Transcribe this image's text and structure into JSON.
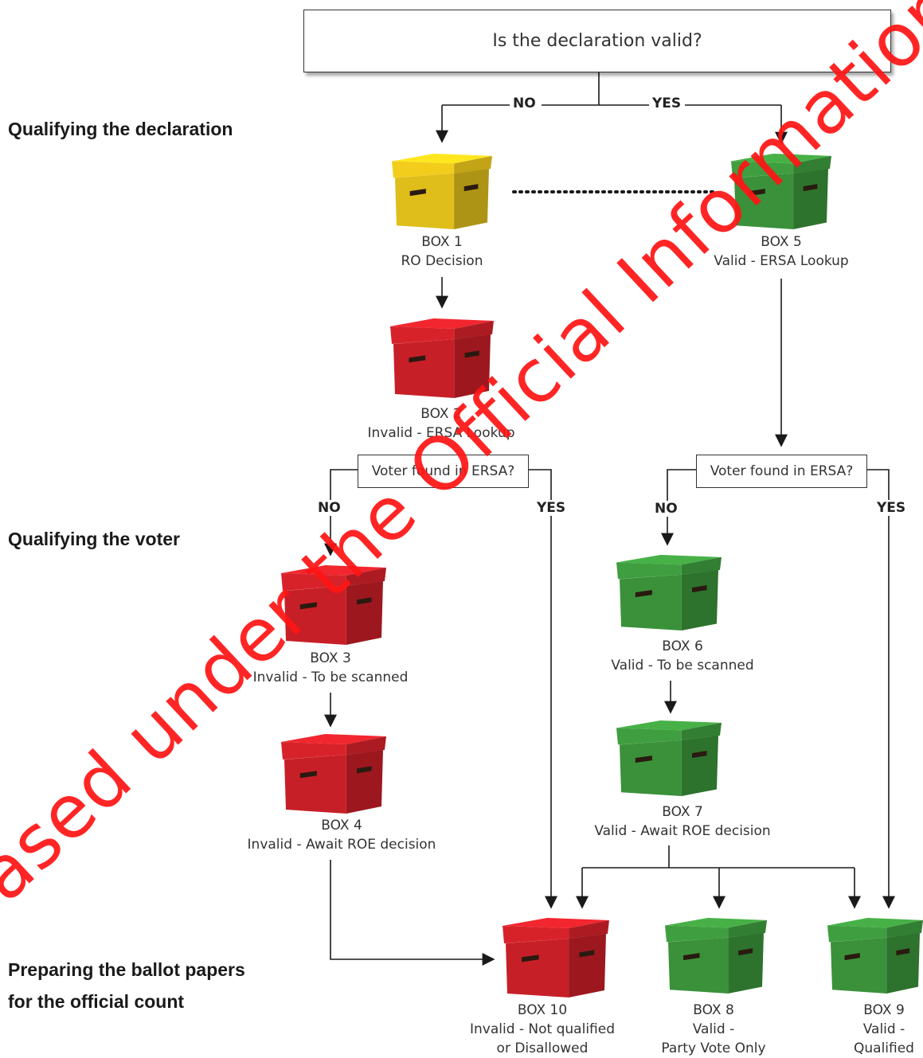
{
  "title_question": "Is the declaration valid?",
  "sections": {
    "declaration": "Qualifying the declaration",
    "voter": "Qualifying the voter",
    "ballot_line1": "Preparing the ballot papers",
    "ballot_line2": "for the official count"
  },
  "branches": {
    "no": "NO",
    "yes": "YES"
  },
  "voter_question": "Voter found in ERSA?",
  "colors": {
    "yellow": "#f2cd1c",
    "red": "#d8222a",
    "green": "#3f9e3f",
    "watermark": "#ff1414"
  },
  "boxes": {
    "box1": {
      "line1": "BOX 1",
      "line2": "RO Decision"
    },
    "box2": {
      "line1": "BOX 2",
      "line2": "Invalid - ERSA Lookup"
    },
    "box3": {
      "line1": "BOX 3",
      "line2": "Invalid - To be scanned"
    },
    "box4": {
      "line1": "BOX 4",
      "line2": "Invalid - Await ROE decision"
    },
    "box5": {
      "line1": "BOX 5",
      "line2": "Valid - ERSA Lookup"
    },
    "box6": {
      "line1": "BOX 6",
      "line2": "Valid - To be scanned"
    },
    "box7": {
      "line1": "BOX 7",
      "line2": "Valid - Await ROE decision"
    },
    "box8": {
      "line1": "BOX 8",
      "line2": "Valid -",
      "line3": "Party Vote Only"
    },
    "box9": {
      "line1": "BOX 9",
      "line2": "Valid -",
      "line3": "Qualified"
    },
    "box10": {
      "line1": "BOX 10",
      "line2": "Invalid - Not qualified",
      "line3": "or Disallowed"
    }
  },
  "watermark": "Released under the Official Information Act"
}
